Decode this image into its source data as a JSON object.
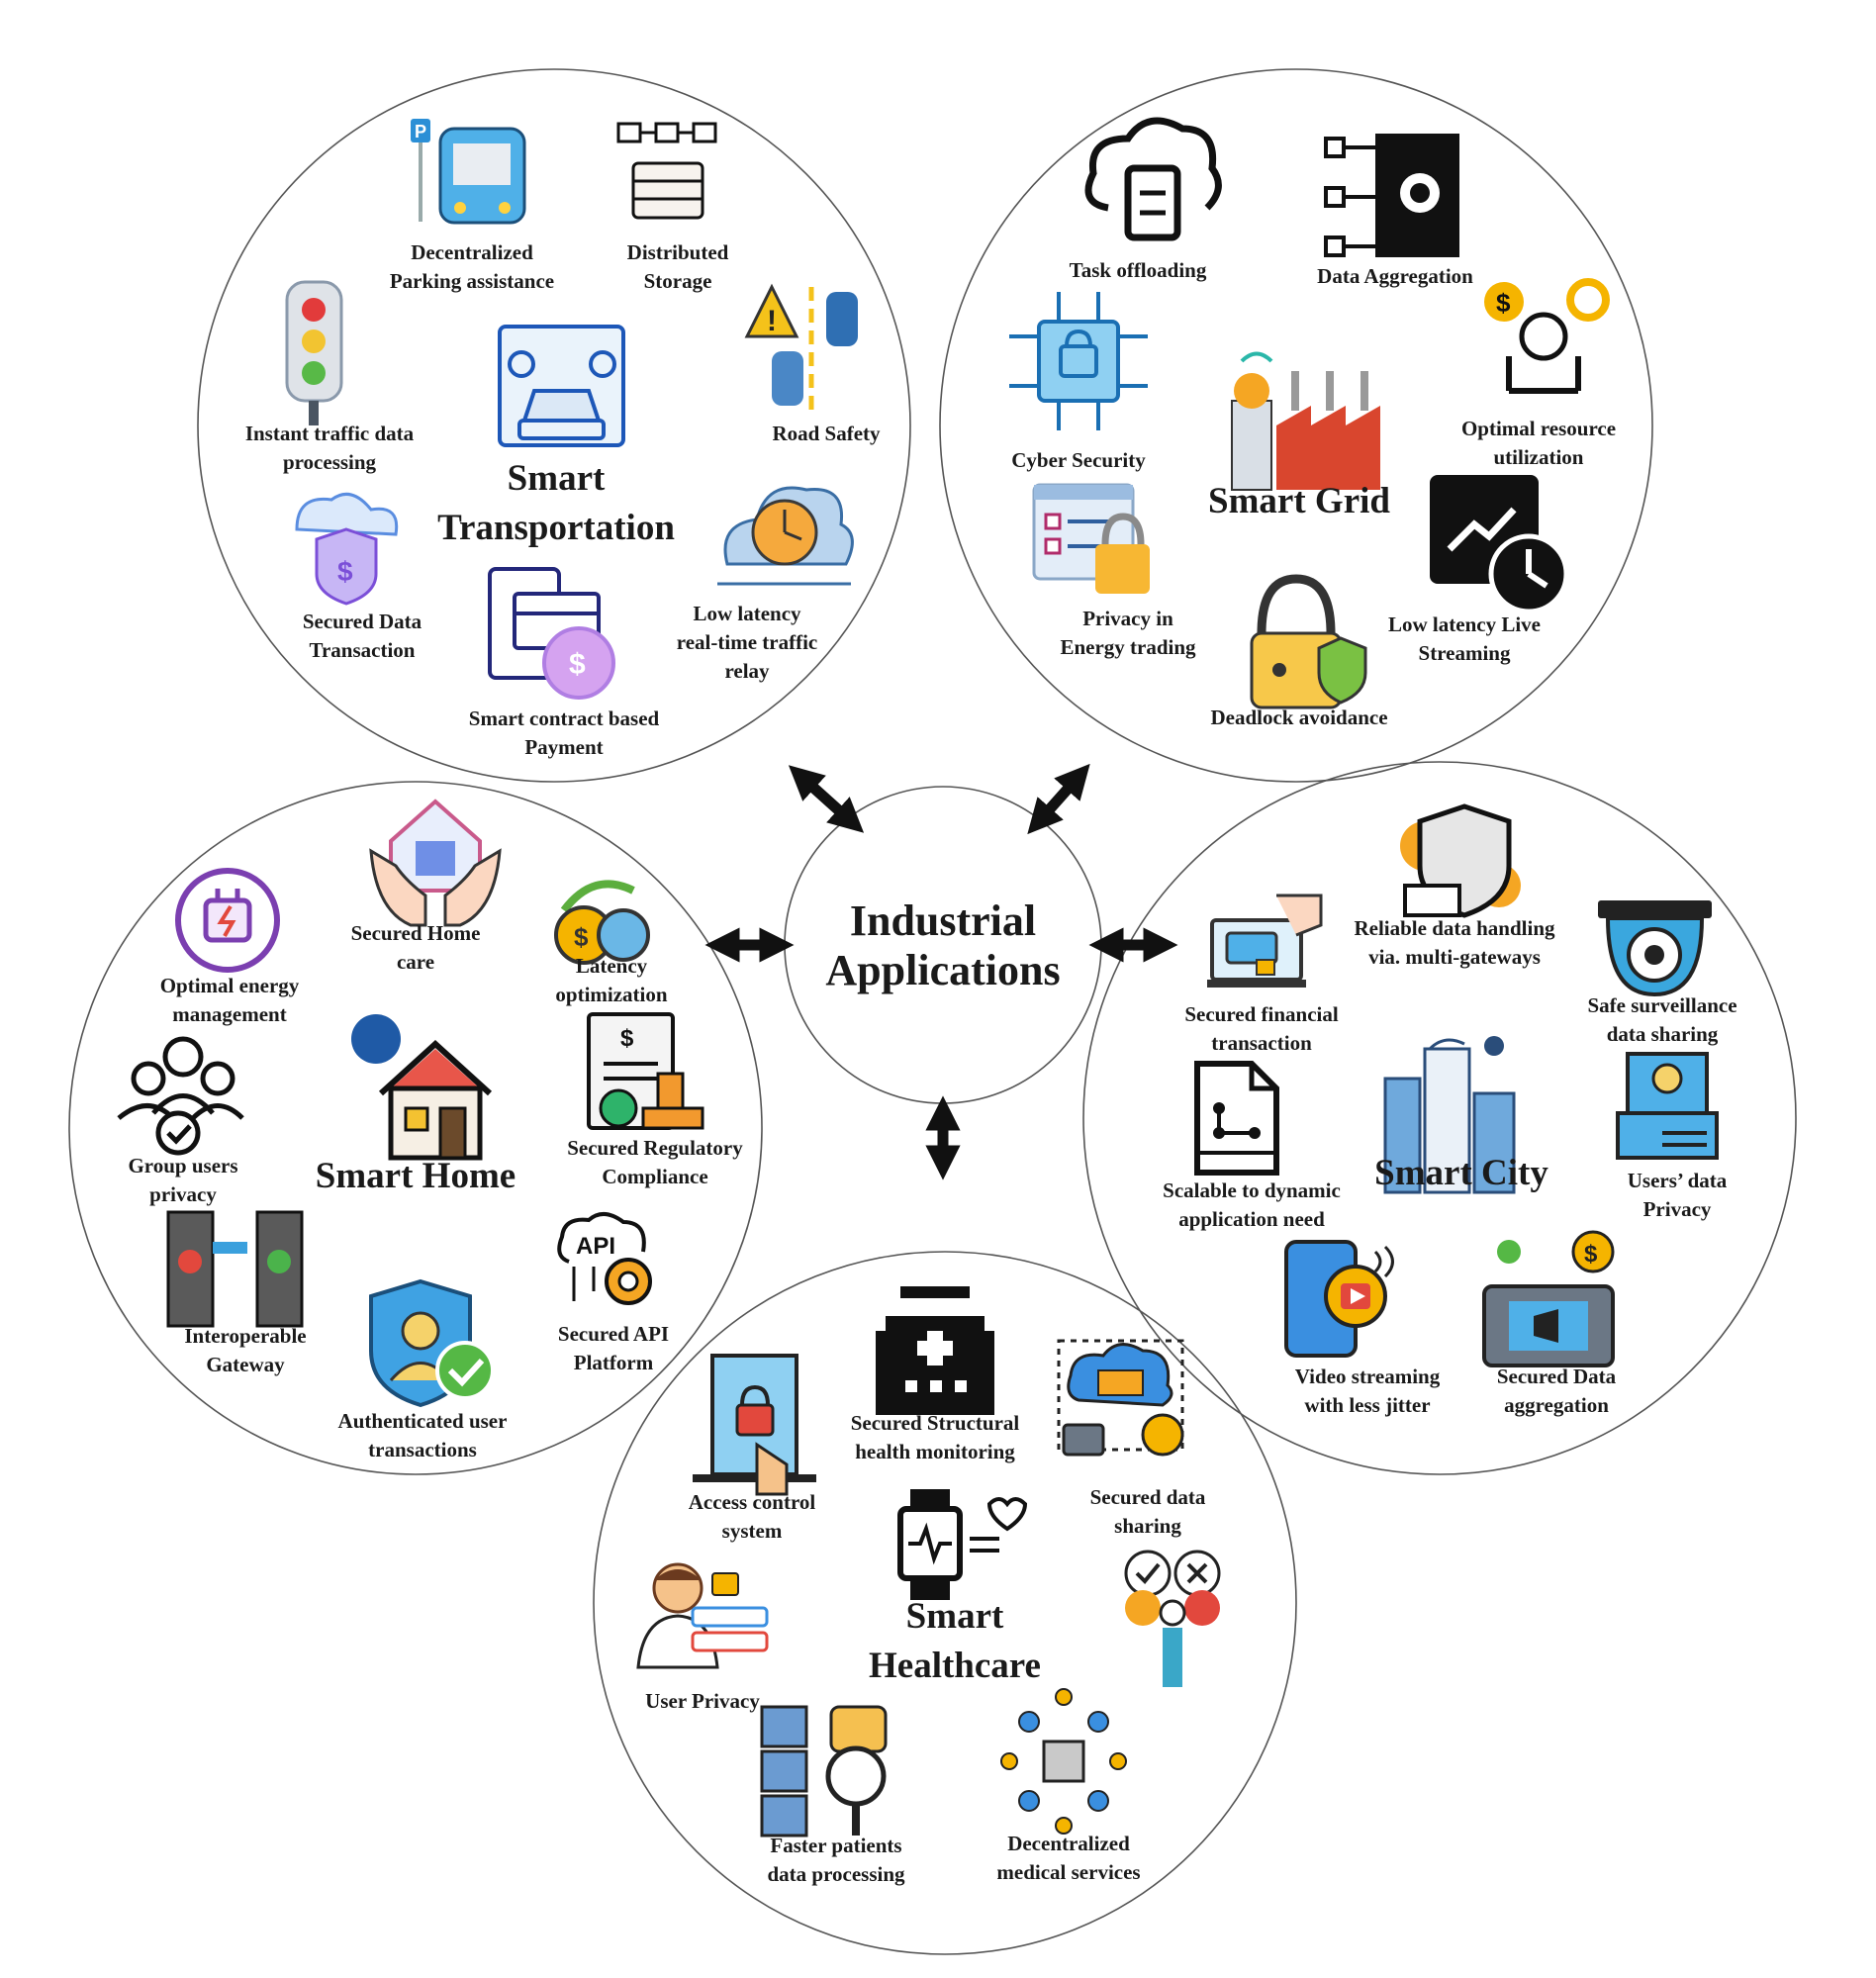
{
  "center": {
    "line1": "Industrial",
    "line2": "Applications"
  },
  "clusters": {
    "transportation": {
      "title1": "Smart",
      "title2": "Transportation",
      "items": [
        [
          "Decentralized",
          "Parking assistance"
        ],
        [
          "Distributed",
          "Storage"
        ],
        [
          "Instant traffic data",
          "processing"
        ],
        [
          "Road Safety"
        ],
        [
          "Secured Data",
          "Transaction"
        ],
        [
          "Low latency",
          "real-time traffic",
          "relay"
        ],
        [
          "Smart contract based",
          "Payment"
        ]
      ]
    },
    "grid": {
      "title": "Smart Grid",
      "items": [
        [
          "Task offloading"
        ],
        [
          "Data Aggregation"
        ],
        [
          "Cyber Security"
        ],
        [
          "Optimal resource",
          "utilization"
        ],
        [
          "Privacy in",
          "Energy trading"
        ],
        [
          "Low latency Live",
          "Streaming"
        ],
        [
          "Deadlock avoidance"
        ]
      ]
    },
    "home": {
      "title": "Smart Home",
      "items": [
        [
          "Secured Home",
          "care"
        ],
        [
          "Optimal energy",
          "management"
        ],
        [
          "Latency",
          "optimization"
        ],
        [
          "Group users",
          "privacy"
        ],
        [
          "Secured Regulatory",
          "Compliance"
        ],
        [
          "Interoperable",
          "Gateway"
        ],
        [
          "Secured API",
          "Platform"
        ],
        [
          "Authenticated user",
          "transactions"
        ]
      ]
    },
    "city": {
      "title": "Smart City",
      "items": [
        [
          "Reliable data handling",
          "via. multi-gateways"
        ],
        [
          "Secured financial",
          "transaction"
        ],
        [
          "Safe surveillance",
          "data sharing"
        ],
        [
          "Scalable to dynamic",
          "application need"
        ],
        [
          "Users’ data",
          "Privacy"
        ],
        [
          "Video streaming",
          "with less jitter"
        ],
        [
          "Secured Data",
          "aggregation"
        ]
      ]
    },
    "healthcare": {
      "title1": "Smart",
      "title2": "Healthcare",
      "items": [
        [
          "Secured Structural",
          "health monitoring"
        ],
        [
          "Access control",
          "system"
        ],
        [
          "Secured data",
          "sharing"
        ],
        [
          "User Privacy"
        ],
        [
          "Faster patients",
          "data processing"
        ],
        [
          "Decentralized",
          "medical services"
        ]
      ]
    }
  },
  "colors": {
    "outline": "#555555",
    "text": "#1a1a1a",
    "arrow": "#111111"
  },
  "icons": [
    "parking-bus-icon",
    "distributed-storage-icon",
    "traffic-light-icon",
    "road-safety-icon",
    "smart-transport-icon",
    "secured-data-transaction-icon",
    "low-latency-timer-icon",
    "smart-contract-payment-icon",
    "task-offloading-icon",
    "data-aggregation-icon",
    "cyber-security-chip-icon",
    "smart-grid-factory-icon",
    "optimal-resource-icon",
    "privacy-energy-icon",
    "live-streaming-icon",
    "deadlock-lock-icon",
    "home-care-icon",
    "energy-plug-icon",
    "latency-optimization-icon",
    "group-users-icon",
    "smart-home-icon",
    "regulatory-compliance-icon",
    "gateway-icon",
    "api-platform-icon",
    "authenticated-user-icon",
    "multi-gateway-shield-icon",
    "financial-laptop-icon",
    "surveillance-camera-icon",
    "scalable-document-icon",
    "smart-city-buildings-icon",
    "users-privacy-icon",
    "video-streaming-phone-icon",
    "data-aggregation-tablet-icon",
    "hospital-building-icon",
    "access-control-door-icon",
    "cloud-data-sharing-icon",
    "smartwatch-health-icon",
    "decision-person-icon",
    "user-privacy-person-icon",
    "patient-data-search-icon",
    "decentralized-network-icon"
  ]
}
